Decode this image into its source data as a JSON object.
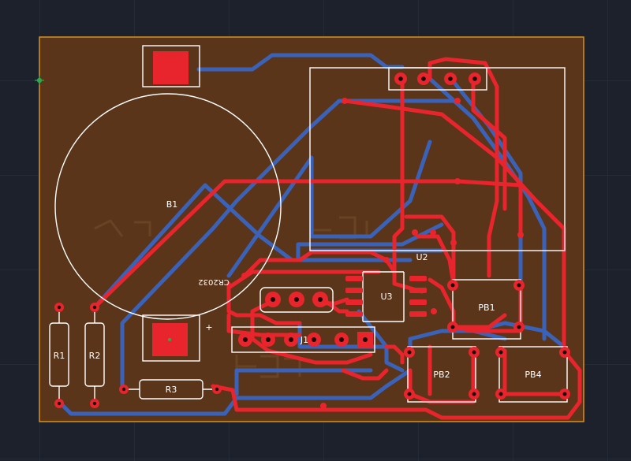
{
  "colors": {
    "background": "#1c212b",
    "grid": "#2c3442",
    "board": "#5a3519",
    "board_outline": "#d8911e",
    "top_copper": "#e8242c",
    "bottom_copper": "#3a62b8",
    "silkscreen": "#ffffff",
    "origin_marker": "#2fa84f"
  },
  "components": {
    "battery": {
      "designator": "B1",
      "part": "CR2032",
      "polarity": "+"
    },
    "r1": {
      "designator": "R1"
    },
    "r2": {
      "designator": "R2"
    },
    "r3": {
      "designator": "R3"
    },
    "u2": {
      "designator": "U2"
    },
    "u3": {
      "designator": "U3"
    },
    "j1": {
      "designator": "J1"
    },
    "pb1": {
      "designator": "PB1"
    },
    "pb2": {
      "designator": "PB2"
    },
    "pb4": {
      "designator": "PB4"
    }
  }
}
